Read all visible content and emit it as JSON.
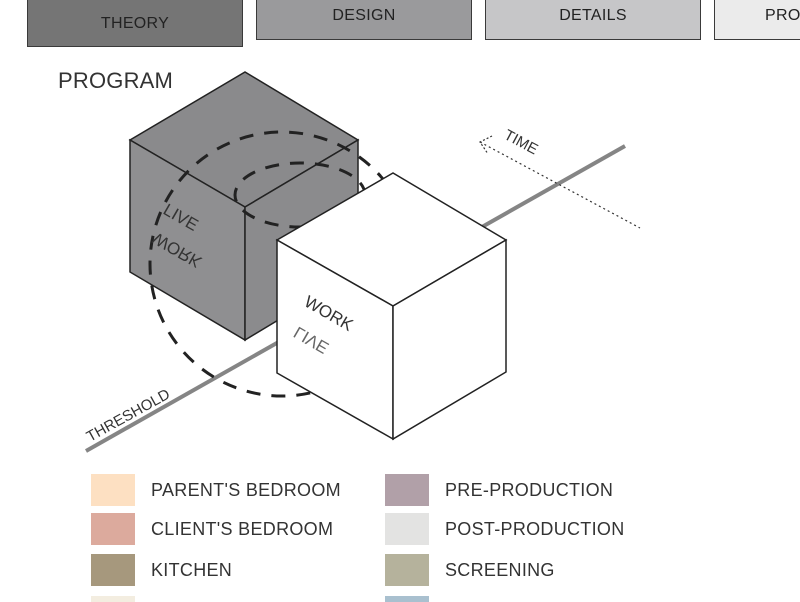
{
  "tabs": [
    {
      "label": "THEORY",
      "color": "#757575"
    },
    {
      "label": "DESIGN",
      "color": "#9a9a9c"
    },
    {
      "label": "DETAILS",
      "color": "#c6c6c8"
    },
    {
      "label": "PRO",
      "color": "#ebebeb"
    }
  ],
  "title": "PROGRAM",
  "diagram": {
    "cube_dark_label_1": "LIVE",
    "cube_dark_label_2": "WORK",
    "cube_light_label_1": "WORK",
    "cube_light_label_2": "LIVE",
    "axis_threshold": "THRESHOLD",
    "axis_time": "TIME",
    "colors": {
      "dark_cube": "#8d8d8f",
      "dark_cube_top": "#8a8a8c",
      "light_cube": "#ffffff",
      "line": "#858585"
    }
  },
  "legend": [
    {
      "label": "PARENT'S BEDROOM",
      "color": "#fde0c2"
    },
    {
      "label": "CLIENT'S BEDROOM",
      "color": "#dcaa9d"
    },
    {
      "label": "KITCHEN",
      "color": "#a6987d"
    },
    {
      "label": "PRE-PRODUCTION",
      "color": "#b1a0a8"
    },
    {
      "label": "POST-PRODUCTION",
      "color": "#e3e3e2"
    },
    {
      "label": "SCREENING",
      "color": "#b5b29c"
    }
  ],
  "legend_partial": [
    {
      "color": "#f3ede0"
    },
    {
      "color": "#a9c0cf"
    }
  ]
}
